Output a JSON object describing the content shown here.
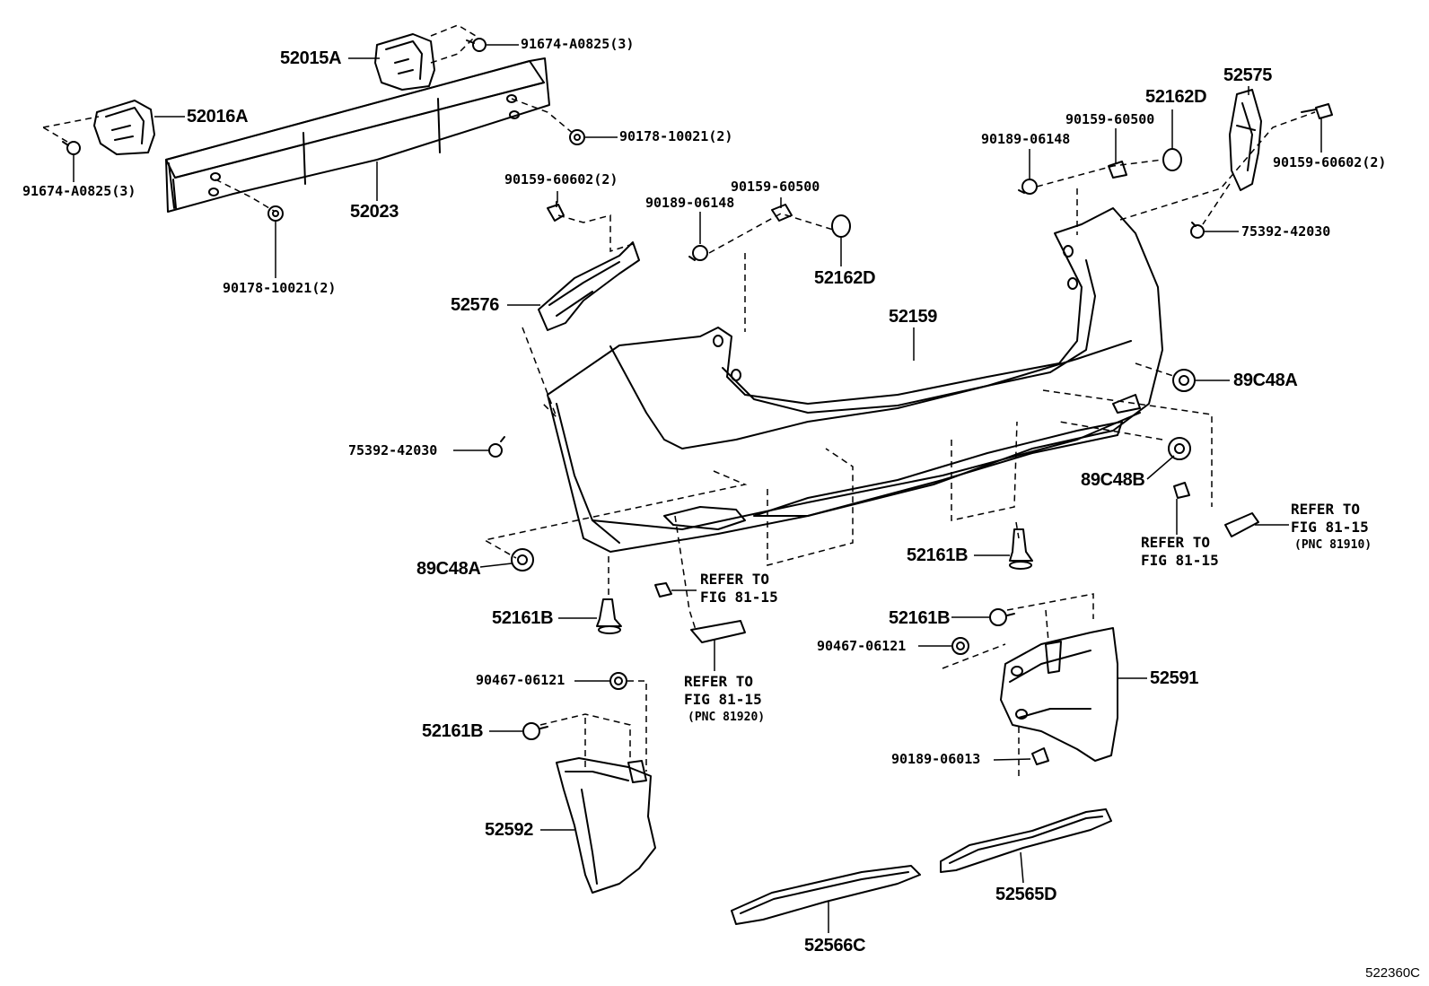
{
  "diagram_code": "522360C",
  "labels": {
    "p52015A": "52015A",
    "p91674_top": "91674-A0825(3)",
    "p52016A": "52016A",
    "p90178_right": "90178-10021(2)",
    "p91674_left": "91674-A0825(3)",
    "p52023": "52023",
    "p90178_bottom": "90178-10021(2)",
    "p90159_60602_left": "90159-60602(2)",
    "p90189_06148_mid": "90189-06148",
    "p90159_60500_mid": "90159-60500",
    "p52162D_mid": "52162D",
    "p52576": "52576",
    "p52159": "52159",
    "p52162D_right": "52162D",
    "p90159_60500_right": "90159-60500",
    "p90189_06148_right": "90189-06148",
    "p52575": "52575",
    "p90159_60602_right": "90159-60602(2)",
    "p75392_right": "75392-42030",
    "p75392_left": "75392-42030",
    "p89C48A_right": "89C48A",
    "p89C48B": "89C48B",
    "p89C48A_left": "89C48A",
    "p52161B_center": "52161B",
    "p52161B_left": "52161B",
    "p52161B_upper_right": "52161B",
    "p90467_right": "90467-06121",
    "p52591": "52591",
    "p90189_06013": "90189-06013",
    "p90467_left": "90467-06121",
    "p52161B_lower_left": "52161B",
    "p52592": "52592",
    "p52565D": "52565D",
    "p52566C": "52566C"
  },
  "refs": {
    "right_upper": {
      "line1": "REFER TO",
      "line2": "FIG 81-15",
      "pnc": "(PNC 81910)"
    },
    "right_lower": {
      "line1": "REFER TO",
      "line2": "FIG 81-15"
    },
    "center_upper": {
      "line1": "REFER TO",
      "line2": "FIG 81-15"
    },
    "center_lower": {
      "line1": "REFER TO",
      "line2": "FIG 81-15",
      "pnc": "(PNC 81920)"
    }
  }
}
